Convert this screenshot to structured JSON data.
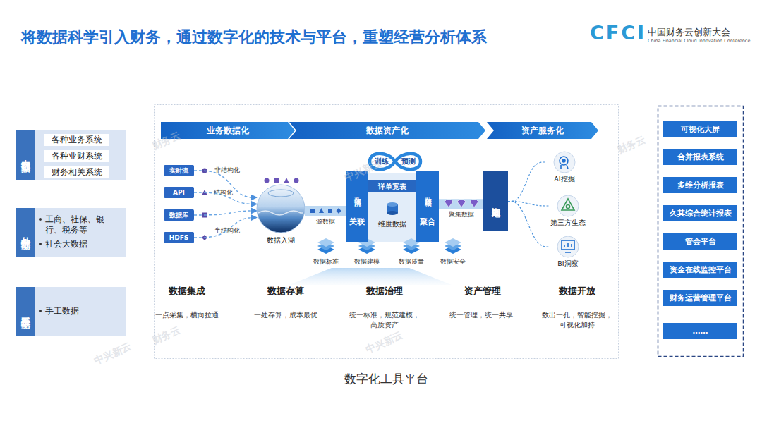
{
  "diagram": {
    "title": "将数据科学引入财务，通过数字化的技术与平台，重塑经营分析体系",
    "nodes": [
      {
        "text": [
          "内部数据"
        ]
      },
      {
        "text": [
          "各种业务系统"
        ],
        "in": 0
      },
      {
        "text": [
          "各种业财系统"
        ],
        "in": 0
      },
      {
        "text": [
          "财务相关系统"
        ],
        "in": 0
      },
      {
        "text": [
          "外部数据",
          "工商、社保、银行、税务等",
          "社会大数据"
        ]
      },
      {
        "text": [
          "手工数据",
          "手工数据"
        ]
      },
      {
        "text": [
          "数字化工具平台"
        ]
      },
      {
        "text": [
          "业务数据化"
        ],
        "in": 6
      },
      {
        "text": [
          "数据资产化"
        ],
        "in": 6
      },
      {
        "text": [
          "资产服务化"
        ],
        "in": 6
      },
      {
        "text": [
          "实时流"
        ],
        "in": 6
      },
      {
        "text": [
          "API"
        ],
        "in": 6
      },
      {
        "text": [
          "数据库"
        ],
        "in": 6
      },
      {
        "text": [
          "HDFS"
        ],
        "in": 6
      },
      {
        "text": [
          "数据入湖"
        ],
        "in": 6
      },
      {
        "text": [
          "数据清洗",
          "关联"
        ],
        "in": 6
      },
      {
        "text": [
          "训练",
          "预测"
        ],
        "in": 6
      },
      {
        "text": [
          "数据建模",
          "聚合"
        ],
        "in": 6
      },
      {
        "text": [
          "资产地图"
        ],
        "in": 6
      },
      {
        "text": [
          "AI挖掘"
        ],
        "in": 6
      },
      {
        "text": [
          "第三方生态"
        ],
        "in": 6
      },
      {
        "text": [
          "BI洞察"
        ],
        "in": 6
      },
      {
        "text": [
          "可视化大屏"
        ]
      },
      {
        "text": [
          "合并报表系统"
        ]
      },
      {
        "text": [
          "多维分析报表"
        ]
      },
      {
        "text": [
          "久其综合统计报表"
        ]
      },
      {
        "text": [
          "管会平台"
        ]
      },
      {
        "text": [
          "资金在线监控平台"
        ]
      },
      {
        "text": [
          "财务运营管理平台"
        ]
      },
      {
        "text": [
          "……"
        ]
      }
    ],
    "edges": [
      {
        "from": 10,
        "to": 14,
        "arrow": "to",
        "label": "非结构化"
      },
      {
        "from": 11,
        "to": 14,
        "arrow": "to",
        "label": "结构化"
      },
      {
        "from": 12,
        "to": 14,
        "arrow": "to"
      },
      {
        "from": 13,
        "to": 14,
        "arrow": "to",
        "label": "半结构化"
      },
      {
        "from": 14,
        "to": 15,
        "arrow": "none",
        "label": "源数据"
      },
      {
        "from": 17,
        "to": 18,
        "arrow": "none",
        "label": "聚集数据"
      },
      {
        "from": 18,
        "to": 19,
        "arrow": "none"
      },
      {
        "from": 18,
        "to": 20,
        "arrow": "none"
      },
      {
        "from": 18,
        "to": 21,
        "arrow": "none"
      }
    ],
    "labels": [
      "CFCI",
      "中国财务云创新大会",
      "China Financial Cloud Innovation Conference",
      "详单宽表",
      "维度数据",
      "数据标准",
      "数据建模",
      "数据质量",
      "数据安全",
      "数据集成",
      "一点采集，横向拉通",
      "数据存算",
      "一处存算，成本最优",
      "数据治理",
      "统一标准，规范建模，高质资产",
      "资产管理",
      "统一管理，统一共享",
      "数据开放",
      "数出一孔，智能挖掘，可视化加持",
      "财务云",
      "中兴新云",
      "财务云",
      "中兴新云",
      "财务云",
      "中兴新云"
    ]
  }
}
